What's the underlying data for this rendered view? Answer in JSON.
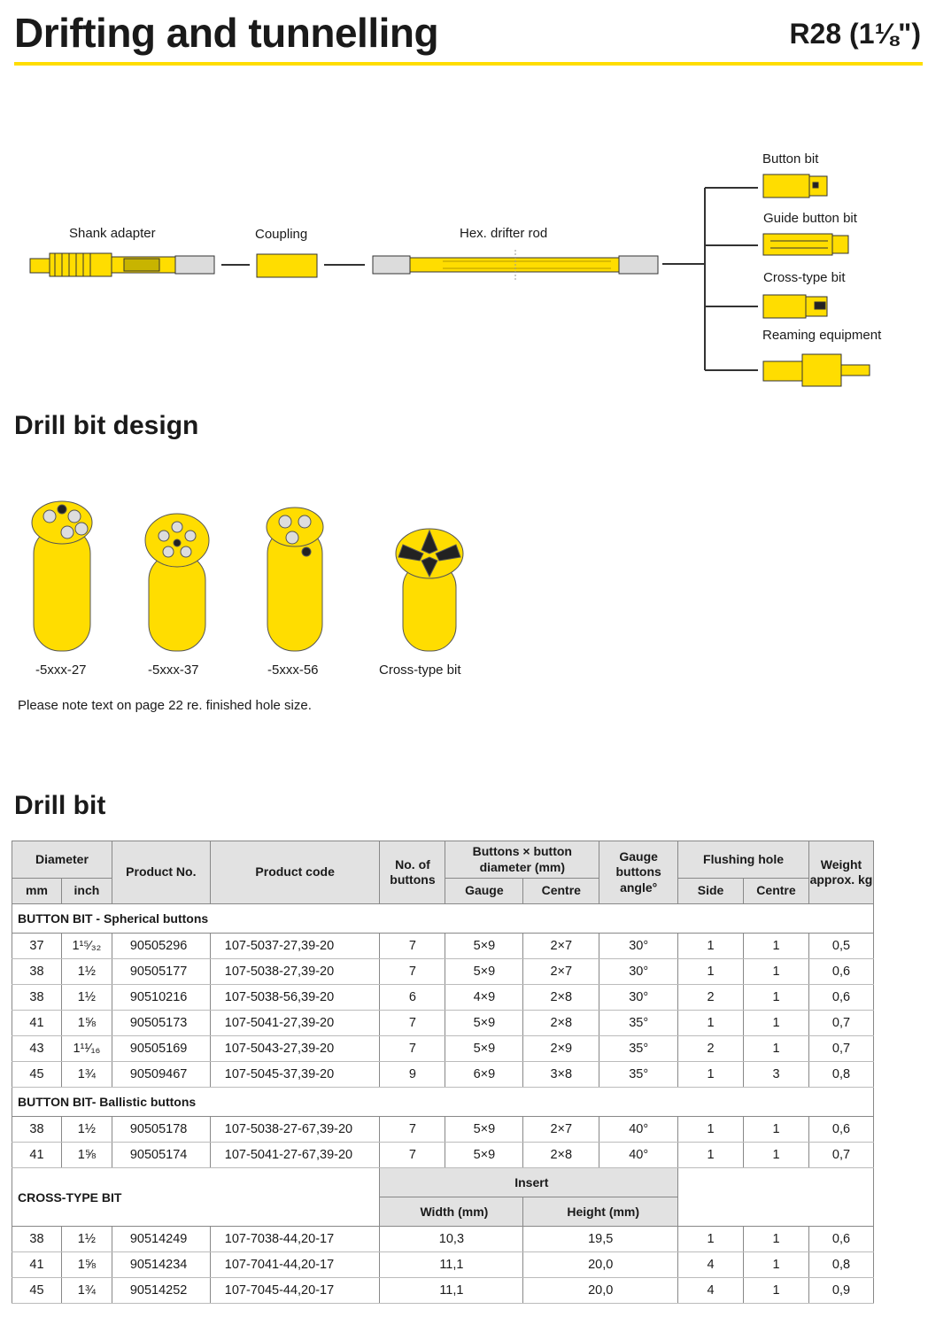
{
  "page": {
    "title": "Drifting and tunnelling",
    "subtitle": "R28 (1⅛\")"
  },
  "diagram": {
    "labels": {
      "shank": "Shank adapter",
      "coupling": "Coupling",
      "rod": "Hex. drifter rod",
      "button_bit": "Button bit",
      "guide_bit": "Guide button bit",
      "cross_bit": "Cross-type bit",
      "reaming": "Reaming equipment"
    },
    "colors": {
      "yellow": "#ffdd00",
      "outline": "#333333",
      "grey": "#dcdcdc"
    }
  },
  "design": {
    "heading": "Drill bit design",
    "bits": [
      "-5xxx-27",
      "-5xxx-37",
      "-5xxx-56",
      "Cross-type bit"
    ],
    "note": "Please note text on page 22 re. finished hole size."
  },
  "table": {
    "heading": "Drill bit",
    "headers": {
      "diameter": "Diameter",
      "mm": "mm",
      "inch": "inch",
      "product_no": "Product No.",
      "product_code": "Product code",
      "no_buttons": "No. of buttons",
      "buttons_dia": "Buttons × button diameter (mm)",
      "gauge": "Gauge",
      "centre": "Centre",
      "gauge_angle": "Gauge buttons angle°",
      "flushing": "Flushing hole",
      "side": "Side",
      "f_centre": "Centre",
      "weight": "Weight approx. kg"
    },
    "sections": {
      "spherical": "BUTTON BIT - Spherical buttons",
      "ballistic": "BUTTON BIT- Ballistic buttons",
      "cross": "CROSS-TYPE BIT",
      "insert": "Insert",
      "width": "Width (mm)",
      "height": "Height (mm)"
    },
    "spherical_rows": [
      [
        "37",
        "1¹⁵⁄₃₂",
        "90505296",
        "107-5037-27,39-20",
        "7",
        "5×9",
        "2×7",
        "30°",
        "1",
        "1",
        "0,5"
      ],
      [
        "38",
        "1½",
        "90505177",
        "107-5038-27,39-20",
        "7",
        "5×9",
        "2×7",
        "30°",
        "1",
        "1",
        "0,6"
      ],
      [
        "38",
        "1½",
        "90510216",
        "107-5038-56,39-20",
        "6",
        "4×9",
        "2×8",
        "30°",
        "2",
        "1",
        "0,6"
      ],
      [
        "41",
        "1⅝",
        "90505173",
        "107-5041-27,39-20",
        "7",
        "5×9",
        "2×8",
        "35°",
        "1",
        "1",
        "0,7"
      ],
      [
        "43",
        "1¹¹⁄₁₆",
        "90505169",
        "107-5043-27,39-20",
        "7",
        "5×9",
        "2×9",
        "35°",
        "2",
        "1",
        "0,7"
      ],
      [
        "45",
        "1¾",
        "90509467",
        "107-5045-37,39-20",
        "9",
        "6×9",
        "3×8",
        "35°",
        "1",
        "3",
        "0,8"
      ]
    ],
    "ballistic_rows": [
      [
        "38",
        "1½",
        "90505178",
        "107-5038-27-67,39-20",
        "7",
        "5×9",
        "2×7",
        "40°",
        "1",
        "1",
        "0,6"
      ],
      [
        "41",
        "1⅝",
        "90505174",
        "107-5041-27-67,39-20",
        "7",
        "5×9",
        "2×8",
        "40°",
        "1",
        "1",
        "0,7"
      ]
    ],
    "cross_rows": [
      [
        "38",
        "1½",
        "90514249",
        "107-7038-44,20-17",
        "10,3",
        "19,5",
        "1",
        "1",
        "0,6"
      ],
      [
        "41",
        "1⅝",
        "90514234",
        "107-7041-44,20-17",
        "11,1",
        "20,0",
        "4",
        "1",
        "0,8"
      ],
      [
        "45",
        "1¾",
        "90514252",
        "107-7045-44,20-17",
        "11,1",
        "20,0",
        "4",
        "1",
        "0,9"
      ]
    ]
  }
}
